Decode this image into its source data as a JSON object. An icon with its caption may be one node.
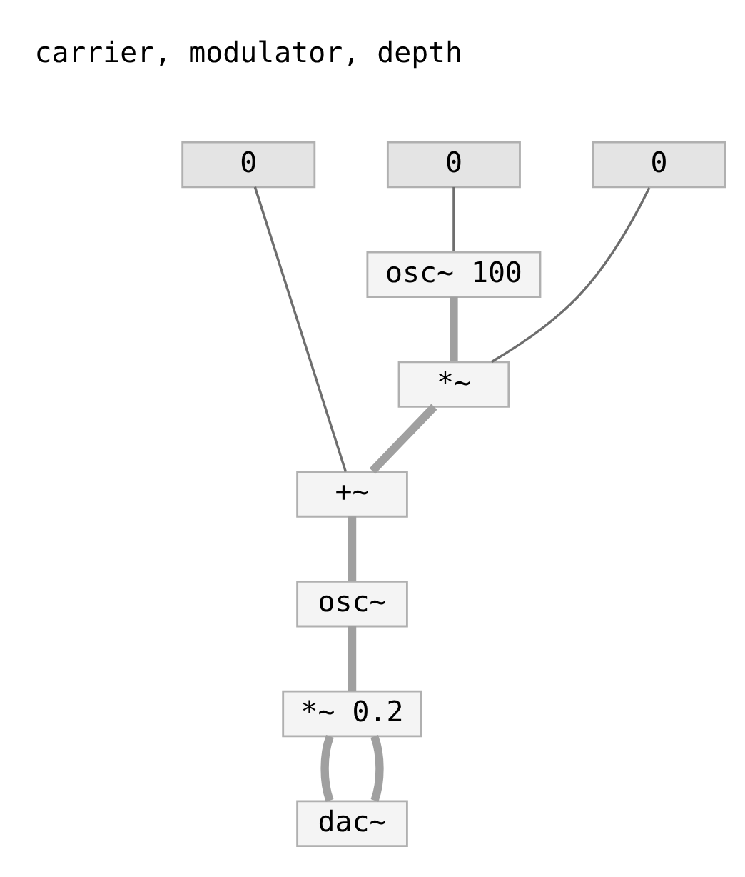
{
  "diagram": {
    "nodes": [
      {
        "text": [
          "0"
        ]
      },
      {
        "text": [
          "0"
        ]
      },
      {
        "text": [
          "0"
        ]
      },
      {
        "text": [
          "osc~ 100"
        ]
      },
      {
        "text": [
          "*~"
        ]
      },
      {
        "text": [
          "+~"
        ]
      },
      {
        "text": [
          "osc~"
        ]
      },
      {
        "text": [
          "*~ 0.2"
        ]
      },
      {
        "text": [
          "dac~"
        ]
      }
    ],
    "edges": [
      {
        "from": 0,
        "to": 5,
        "arrow": "none",
        "color": "#6e6e6e"
      },
      {
        "from": 1,
        "to": 3,
        "arrow": "none",
        "color": "#6e6e6e"
      },
      {
        "from": 2,
        "to": 4,
        "arrow": "none",
        "color": "#6e6e6e"
      },
      {
        "from": 3,
        "to": 4,
        "arrow": "none"
      },
      {
        "from": 4,
        "to": 5,
        "arrow": "none"
      },
      {
        "from": 5,
        "to": 6,
        "arrow": "none"
      },
      {
        "from": 6,
        "to": 7,
        "arrow": "none"
      },
      {
        "from": 7,
        "to": 8,
        "arrow": "none"
      },
      {
        "from": 7,
        "to": 8,
        "arrow": "none"
      }
    ],
    "labels": [
      "carrier, modulator, depth"
    ]
  }
}
